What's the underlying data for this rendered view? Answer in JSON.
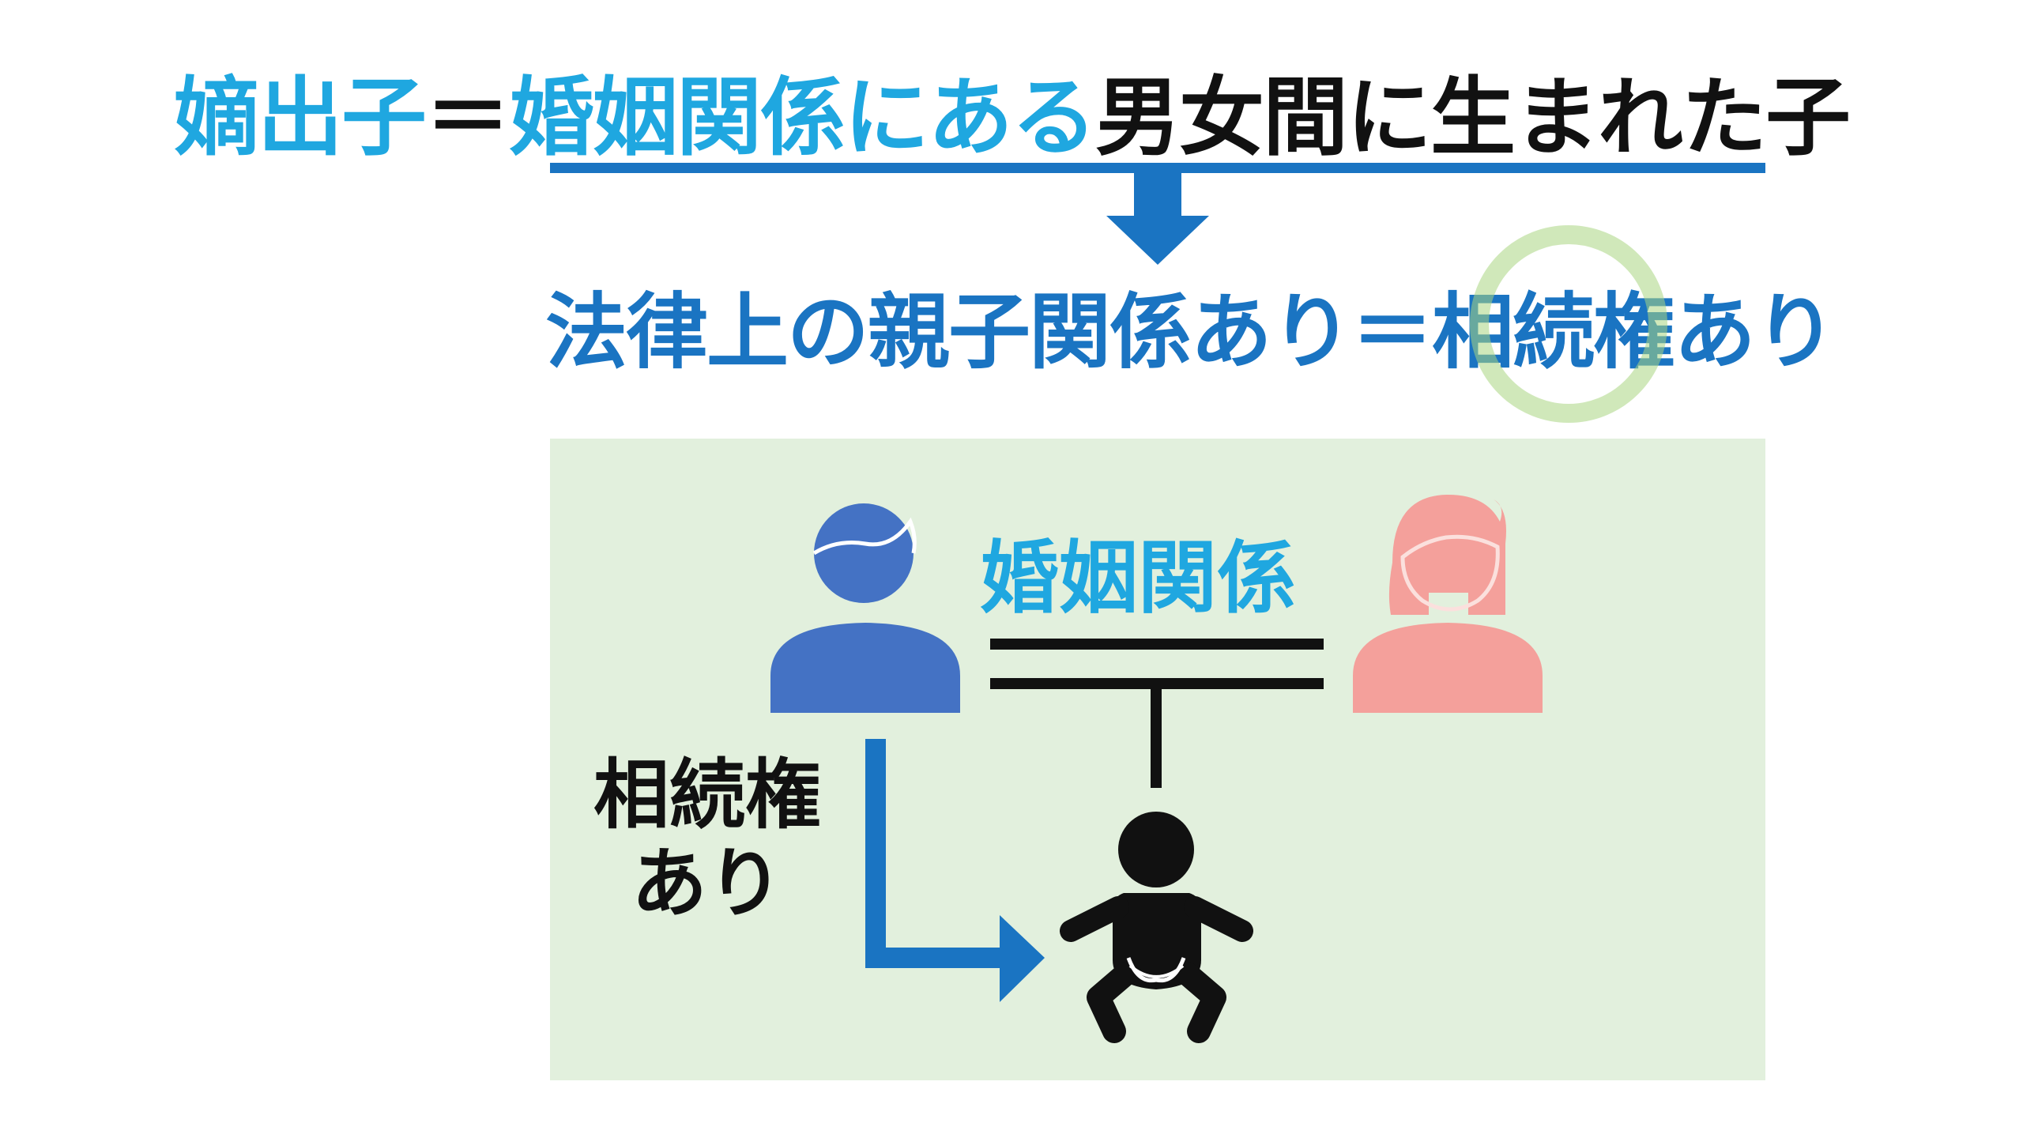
{
  "header": {
    "part1": "嫡出子",
    "equals": "＝",
    "part2": "婚姻関係にある",
    "part3": "男女間に生まれた子"
  },
  "result": {
    "text": "法律上の親子関係あり＝相続権あり"
  },
  "diagram": {
    "marriage_label": "婚姻関係",
    "inheritance_line1": "相続権",
    "inheritance_line2": "あり"
  },
  "colors": {
    "accent_light_blue": "#1fa7e0",
    "accent_dark_blue": "#1a74c2",
    "panel_green": "#e2f0dd",
    "father_blue": "#4472c4",
    "mother_pink": "#f4a09b",
    "child_black": "#111111",
    "highlight_circle_green": "#aad682"
  },
  "icons": [
    "down-arrow-icon",
    "father-icon",
    "mother-icon",
    "baby-icon",
    "inheritance-arrow-icon",
    "marriage-double-line-icon"
  ]
}
